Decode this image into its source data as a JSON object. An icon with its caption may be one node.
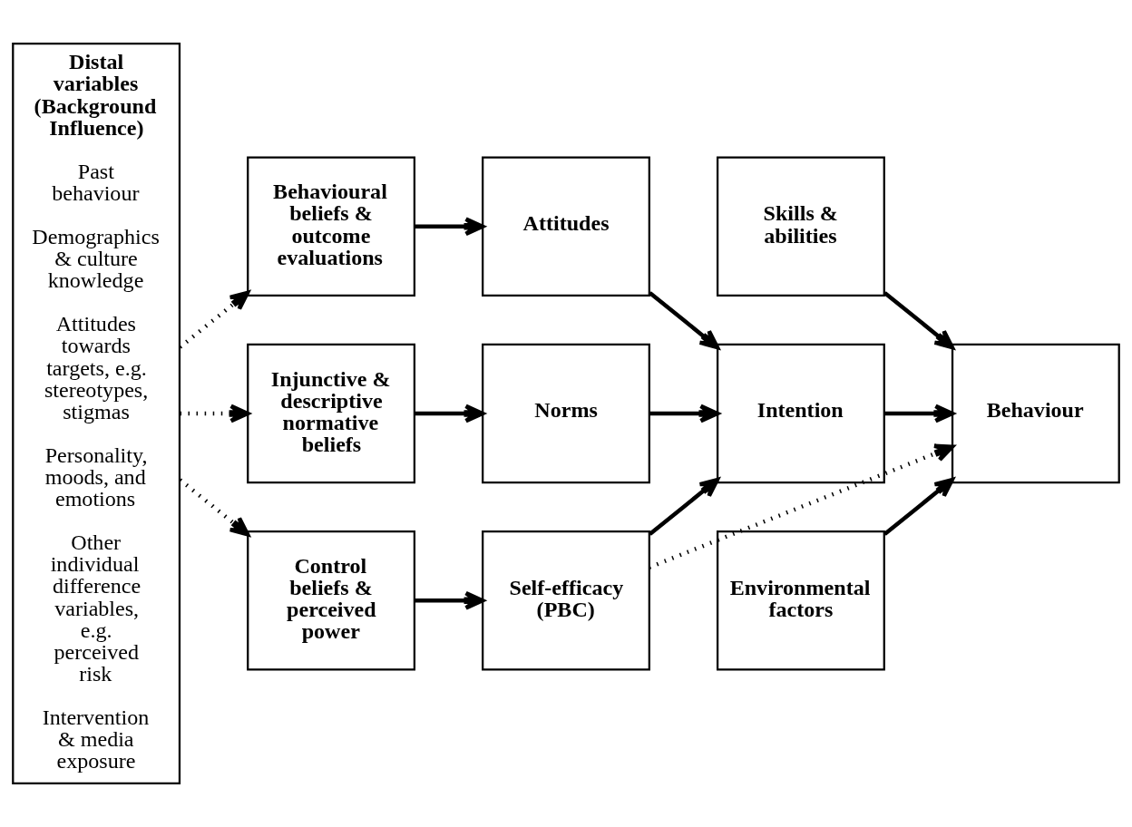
{
  "diagram": {
    "nodes": [
      {
        "text": [
          "Distal variables (Background Influence)",
          "Past behaviour",
          "Demographics & culture knowledge",
          "Attitudes towards targets, e.g. stereotypes, stigmas",
          "Personality, moods, and emotions",
          "Other individual difference variables, e.g. perceived risk",
          "Intervention & media exposure"
        ]
      },
      {
        "text": [
          "Behavioural beliefs & outcome evaluations"
        ]
      },
      {
        "text": [
          "Attitudes"
        ]
      },
      {
        "text": [
          "Skills & abilities"
        ]
      },
      {
        "text": [
          "Injunctive & descriptive normative beliefs"
        ]
      },
      {
        "text": [
          "Norms"
        ]
      },
      {
        "text": [
          "Intention"
        ]
      },
      {
        "text": [
          "Behaviour"
        ]
      },
      {
        "text": [
          "Control beliefs & perceived power"
        ]
      },
      {
        "text": [
          "Self-efficacy (PBC)"
        ]
      },
      {
        "text": [
          "Environmental factors"
        ]
      }
    ],
    "edges": [
      {
        "from": 0,
        "to": 1,
        "arrow": "to",
        "style": "dashed"
      },
      {
        "from": 0,
        "to": 4,
        "arrow": "to",
        "style": "dashed"
      },
      {
        "from": 0,
        "to": 8,
        "arrow": "to",
        "style": "dashed"
      },
      {
        "from": 1,
        "to": 2,
        "arrow": "to"
      },
      {
        "from": 4,
        "to": 5,
        "arrow": "to"
      },
      {
        "from": 8,
        "to": 9,
        "arrow": "to"
      },
      {
        "from": 2,
        "to": 6,
        "arrow": "to"
      },
      {
        "from": 5,
        "to": 6,
        "arrow": "to"
      },
      {
        "from": 9,
        "to": 6,
        "arrow": "to"
      },
      {
        "from": 3,
        "to": 7,
        "arrow": "to"
      },
      {
        "from": 6,
        "to": 7,
        "arrow": "to"
      },
      {
        "from": 9,
        "to": 7,
        "arrow": "to",
        "style": "dashed"
      },
      {
        "from": 10,
        "to": 7,
        "arrow": "to"
      }
    ]
  }
}
